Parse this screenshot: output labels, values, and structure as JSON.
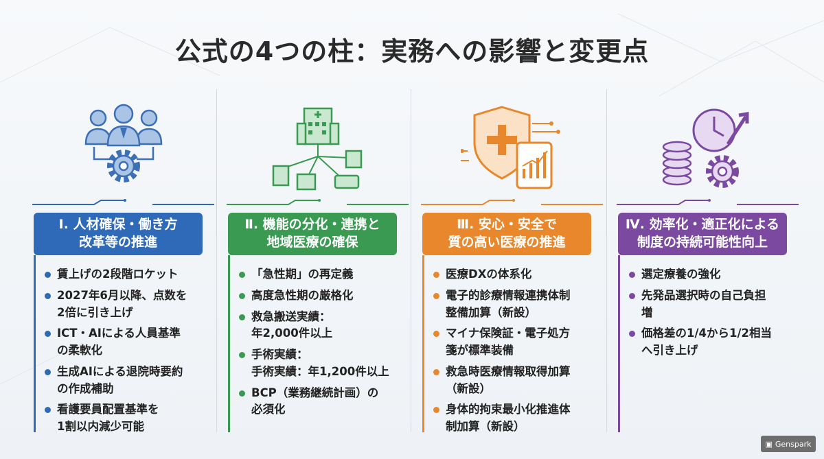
{
  "title": "公式の4つの柱：実務への影響と変更点",
  "logo": "Genspark",
  "colors": {
    "blue": "#2e6ab8",
    "green": "#3a9a52",
    "orange": "#e8872b",
    "purple": "#7b4aa0"
  },
  "columns": [
    {
      "icon": "staff-gear-icon",
      "heading1": "Ⅰ. 人材確保・働き方",
      "heading2": "改革等の推進",
      "items": [
        "賃上げの2段階ロケット",
        "2027年6月以降、点数を\n2倍に引き上げ",
        "ICT・AIによる人員基準\nの柔軟化",
        "生成AIによる退院時要約\nの作成補助",
        "看護要員配置基準を\n1割以内減少可能"
      ]
    },
    {
      "icon": "hospital-network-icon",
      "heading1": "Ⅱ. 機能の分化・連携と",
      "heading2": "地域医療の確保",
      "items": [
        "「急性期」の再定義",
        "高度急性期の厳格化",
        "救急搬送実績：\n年2,000件以上",
        "手術実績：\n手術実績：年1,200件以上",
        "BCP（業務継続計画）の\n必須化"
      ]
    },
    {
      "icon": "shield-tablet-icon",
      "heading1": "Ⅲ. 安心・安全で",
      "heading2": "質の高い医療の推進",
      "items": [
        "医療DXの体系化",
        "電子的診療情報連携体制\n整備加算（新設）",
        "マイナ保険証・電子処方\n箋が標準装備",
        "救急時医療情報取得加算\n（新設）",
        "身体的拘束最小化推進体\n制加算（新設）"
      ]
    },
    {
      "icon": "coins-clock-gear-icon",
      "heading1": "Ⅳ. 効率化・適正化による",
      "heading2": "制度の持続可能性向上",
      "items": [
        "選定療養の強化",
        "先発品選択時の自己負担\n増",
        "価格差の1/4から1/2相当\nへ引き上げ"
      ]
    }
  ]
}
